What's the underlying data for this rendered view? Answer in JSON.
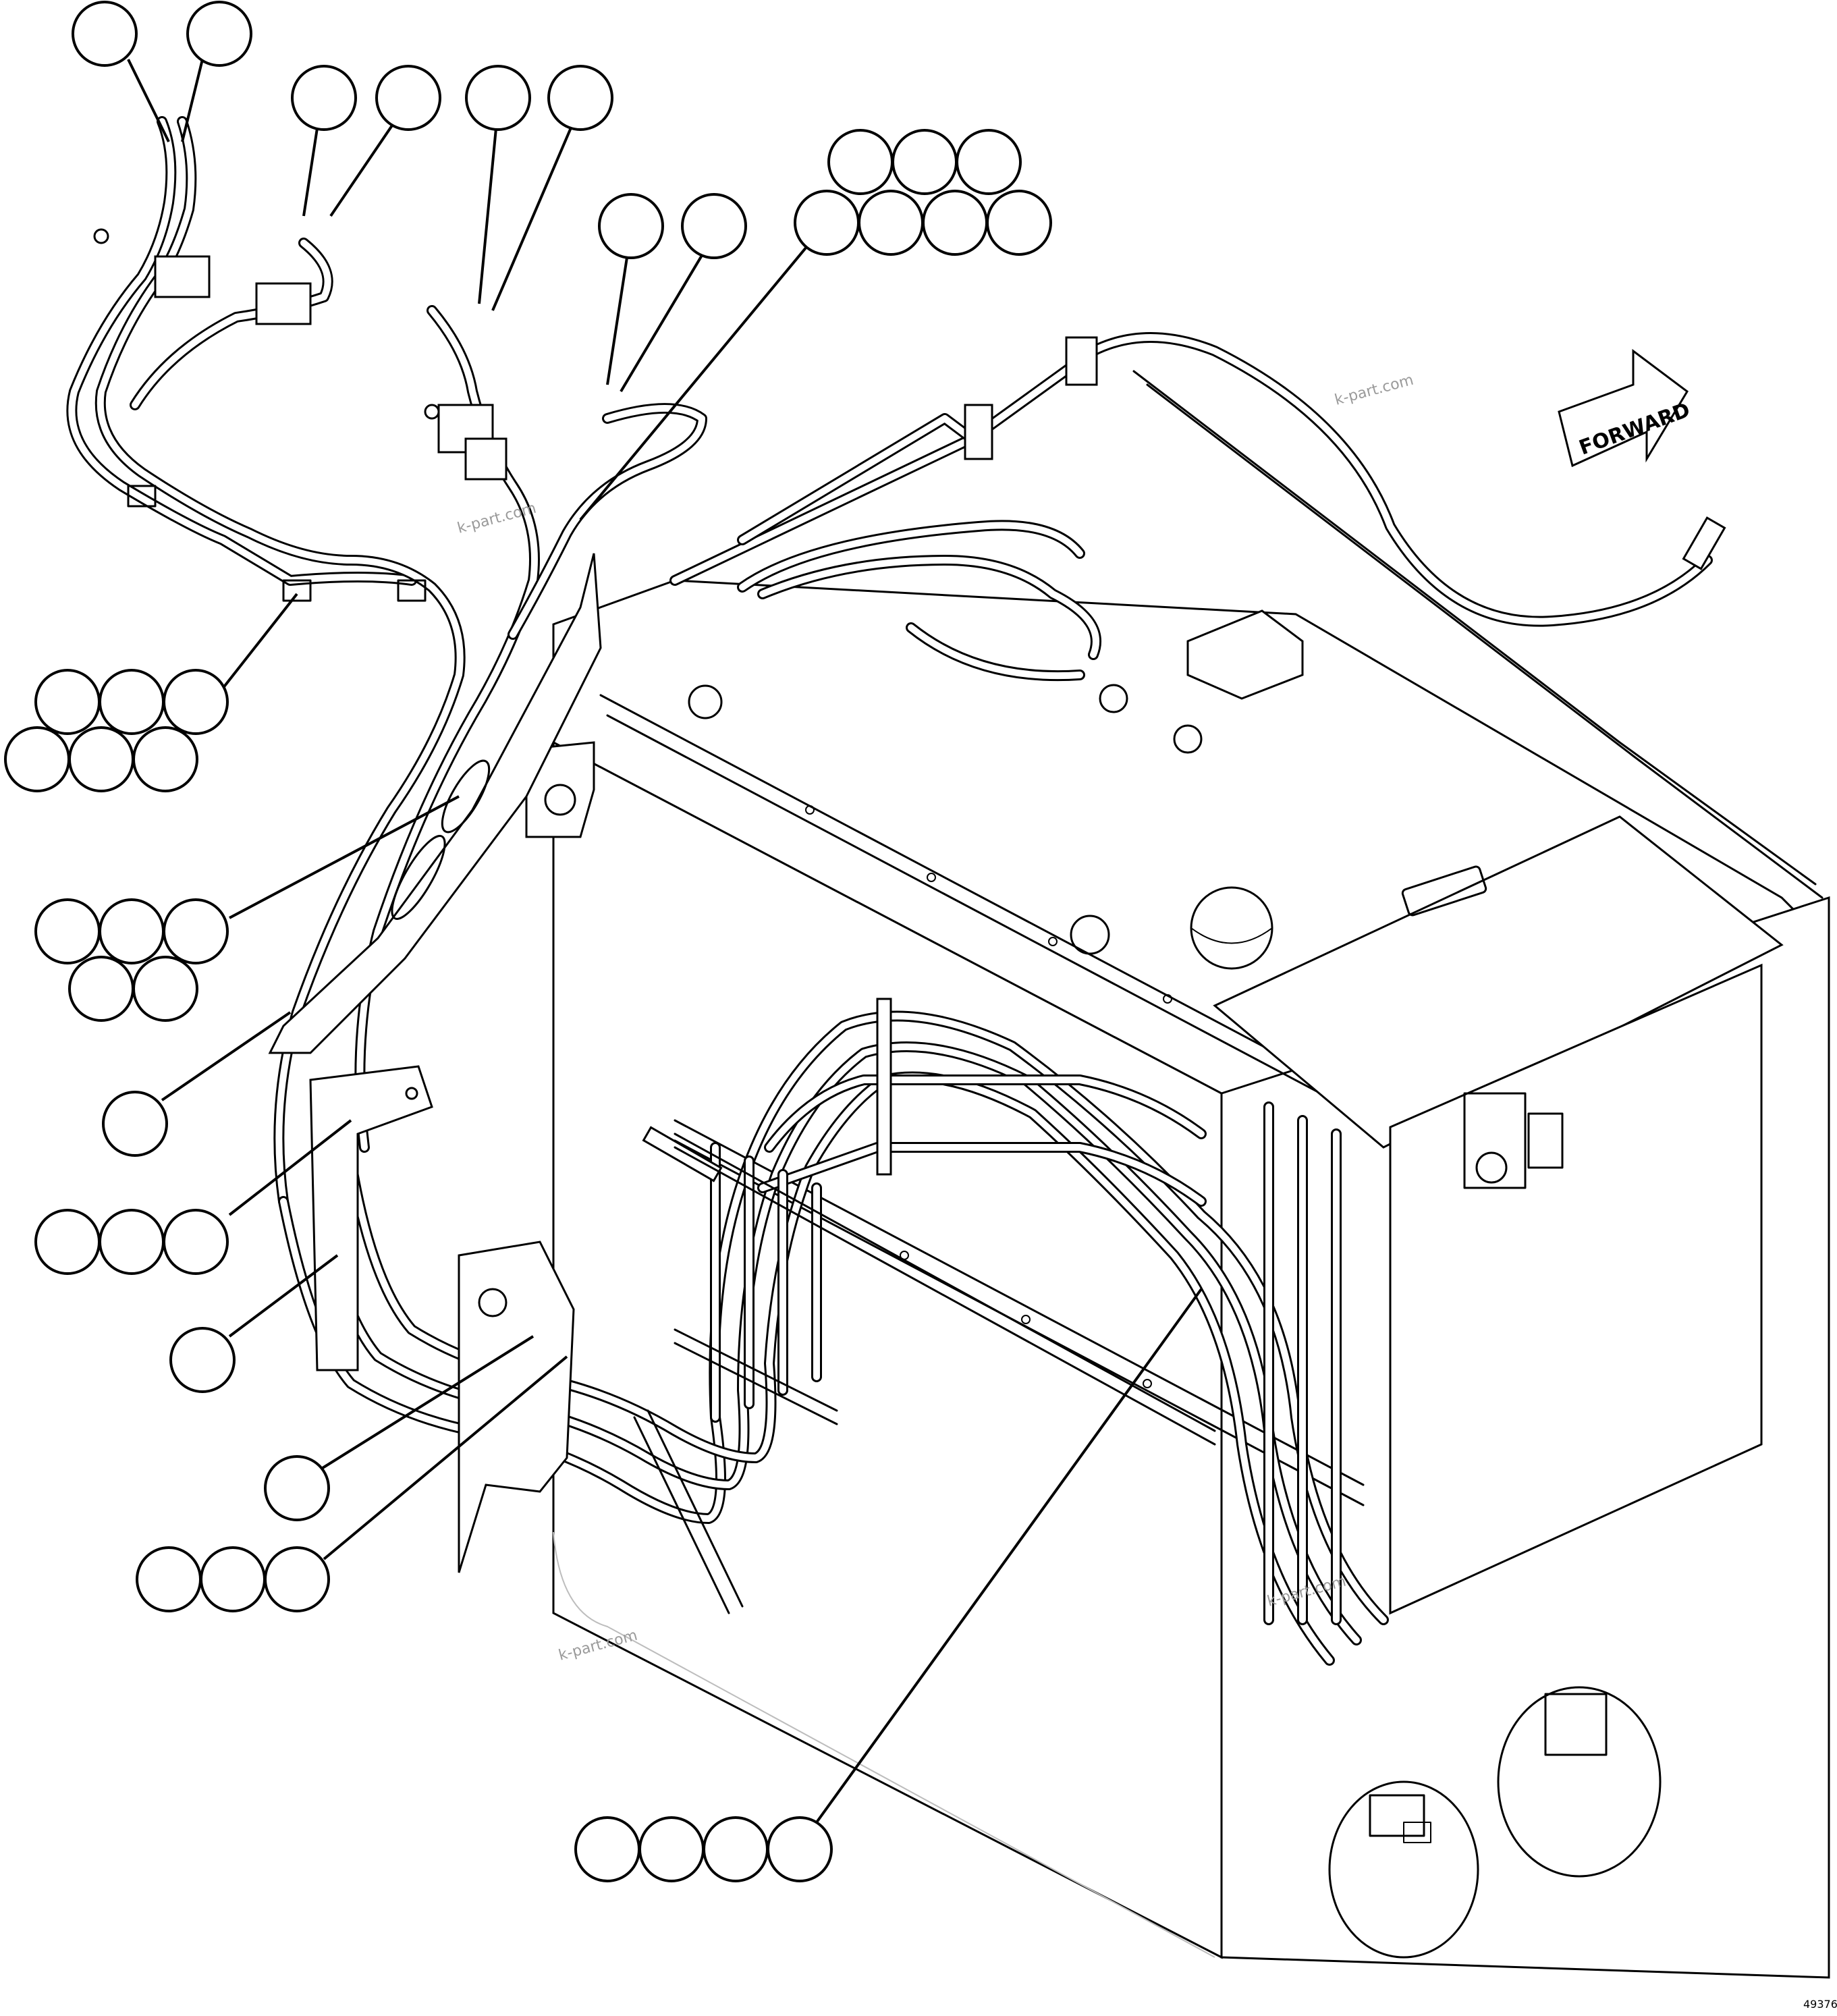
{
  "direction_label": "FORWARD",
  "watermarks": [
    "k-part.com",
    "k-part.com",
    "k-part.com",
    "k-part.com"
  ],
  "drawing_id": "49376",
  "callout_groups": [
    {
      "count": 1
    },
    {
      "count": 1
    },
    {
      "count": 1
    },
    {
      "count": 1
    },
    {
      "count": 1
    },
    {
      "count": 1
    },
    {
      "count": 1
    },
    {
      "count": 1
    },
    {
      "count": 7
    },
    {
      "count": 6
    },
    {
      "count": 5
    },
    {
      "count": 1
    },
    {
      "count": 3
    },
    {
      "count": 1
    },
    {
      "count": 1
    },
    {
      "count": 3
    },
    {
      "count": 4
    }
  ]
}
